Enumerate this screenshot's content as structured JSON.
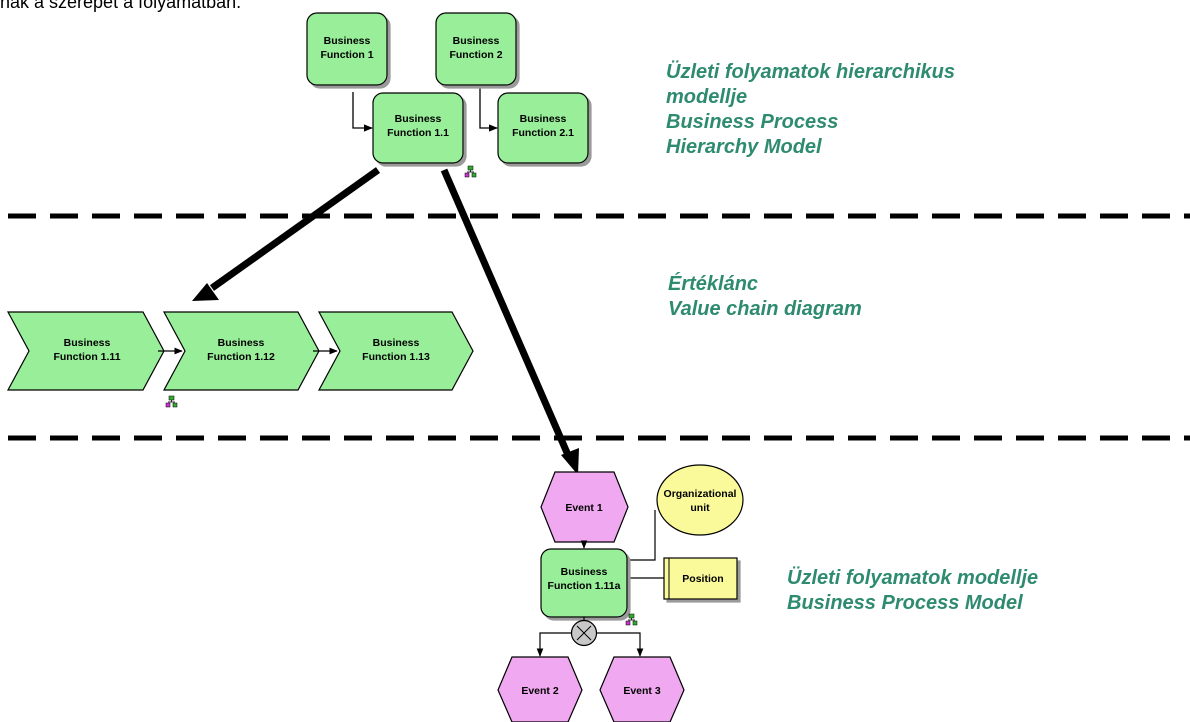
{
  "header": {
    "cut_text": "nak a szerepet a folyamatban."
  },
  "captions": {
    "hierarchy": [
      "Üzleti folyamatok hierarchikus",
      "modellje",
      "Business Process",
      "Hierarchy Model"
    ],
    "value_chain": [
      "Értéklánc",
      "Value chain diagram"
    ],
    "process_model": [
      "Üzleti folyamatok modellje",
      "Business Process Model"
    ]
  },
  "hierarchy": {
    "bf1": [
      "Business",
      "Function 1"
    ],
    "bf2": [
      "Business",
      "Function 2"
    ],
    "bf11": [
      "Business",
      "Function 1.1"
    ],
    "bf21": [
      "Business",
      "Function 2.1"
    ]
  },
  "value_chain": {
    "bf111": [
      "Business",
      "Function 1.11"
    ],
    "bf112": [
      "Business",
      "Function 1.12"
    ],
    "bf113": [
      "Business",
      "Function 1.13"
    ]
  },
  "process": {
    "event1": "Event 1",
    "function": [
      "Business",
      "Function 1.11a"
    ],
    "org_unit": [
      "Organizational",
      "unit"
    ],
    "position": "Position",
    "event2": "Event 2",
    "event3": "Event 3"
  },
  "colors": {
    "function_fill": "#99ee99",
    "event_fill": "#f0a8f0",
    "org_fill": "#fafa9a",
    "caption_color": "#2e8b6f",
    "connector_fill": "#c8c8c8"
  }
}
